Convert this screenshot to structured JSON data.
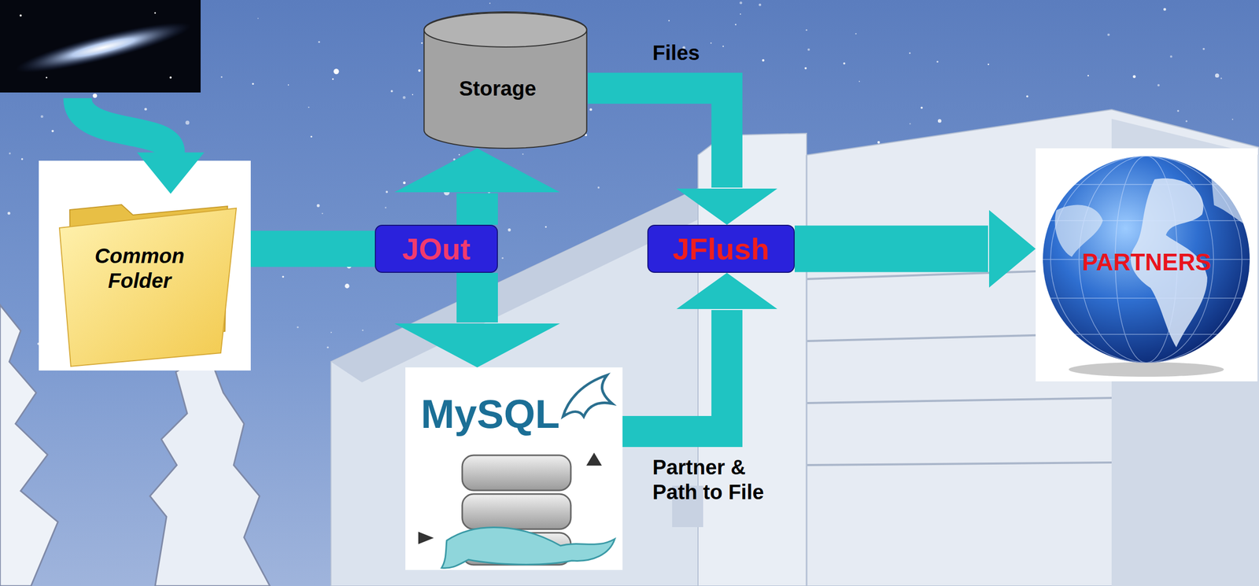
{
  "diagram": {
    "nodes": [
      {
        "text": [
          "Common Folder"
        ]
      },
      {
        "text": [
          "Storage"
        ]
      },
      {
        "text": [
          "JOut"
        ]
      },
      {
        "text": [
          "JFlush"
        ]
      },
      {
        "text": [
          "MySQL"
        ]
      },
      {
        "text": [
          "PARTNERS"
        ]
      }
    ],
    "edges": [
      {
        "from": 0,
        "to": 2,
        "arrow": "none"
      },
      {
        "from": 2,
        "to": 1,
        "arrow": "to"
      },
      {
        "from": 2,
        "to": 4,
        "arrow": "to"
      },
      {
        "from": 1,
        "to": 3,
        "arrow": "to",
        "label": "Files"
      },
      {
        "from": 4,
        "to": 3,
        "arrow": "to",
        "label": "Partner & Path to File"
      },
      {
        "from": 3,
        "to": 5,
        "arrow": "to"
      }
    ]
  }
}
